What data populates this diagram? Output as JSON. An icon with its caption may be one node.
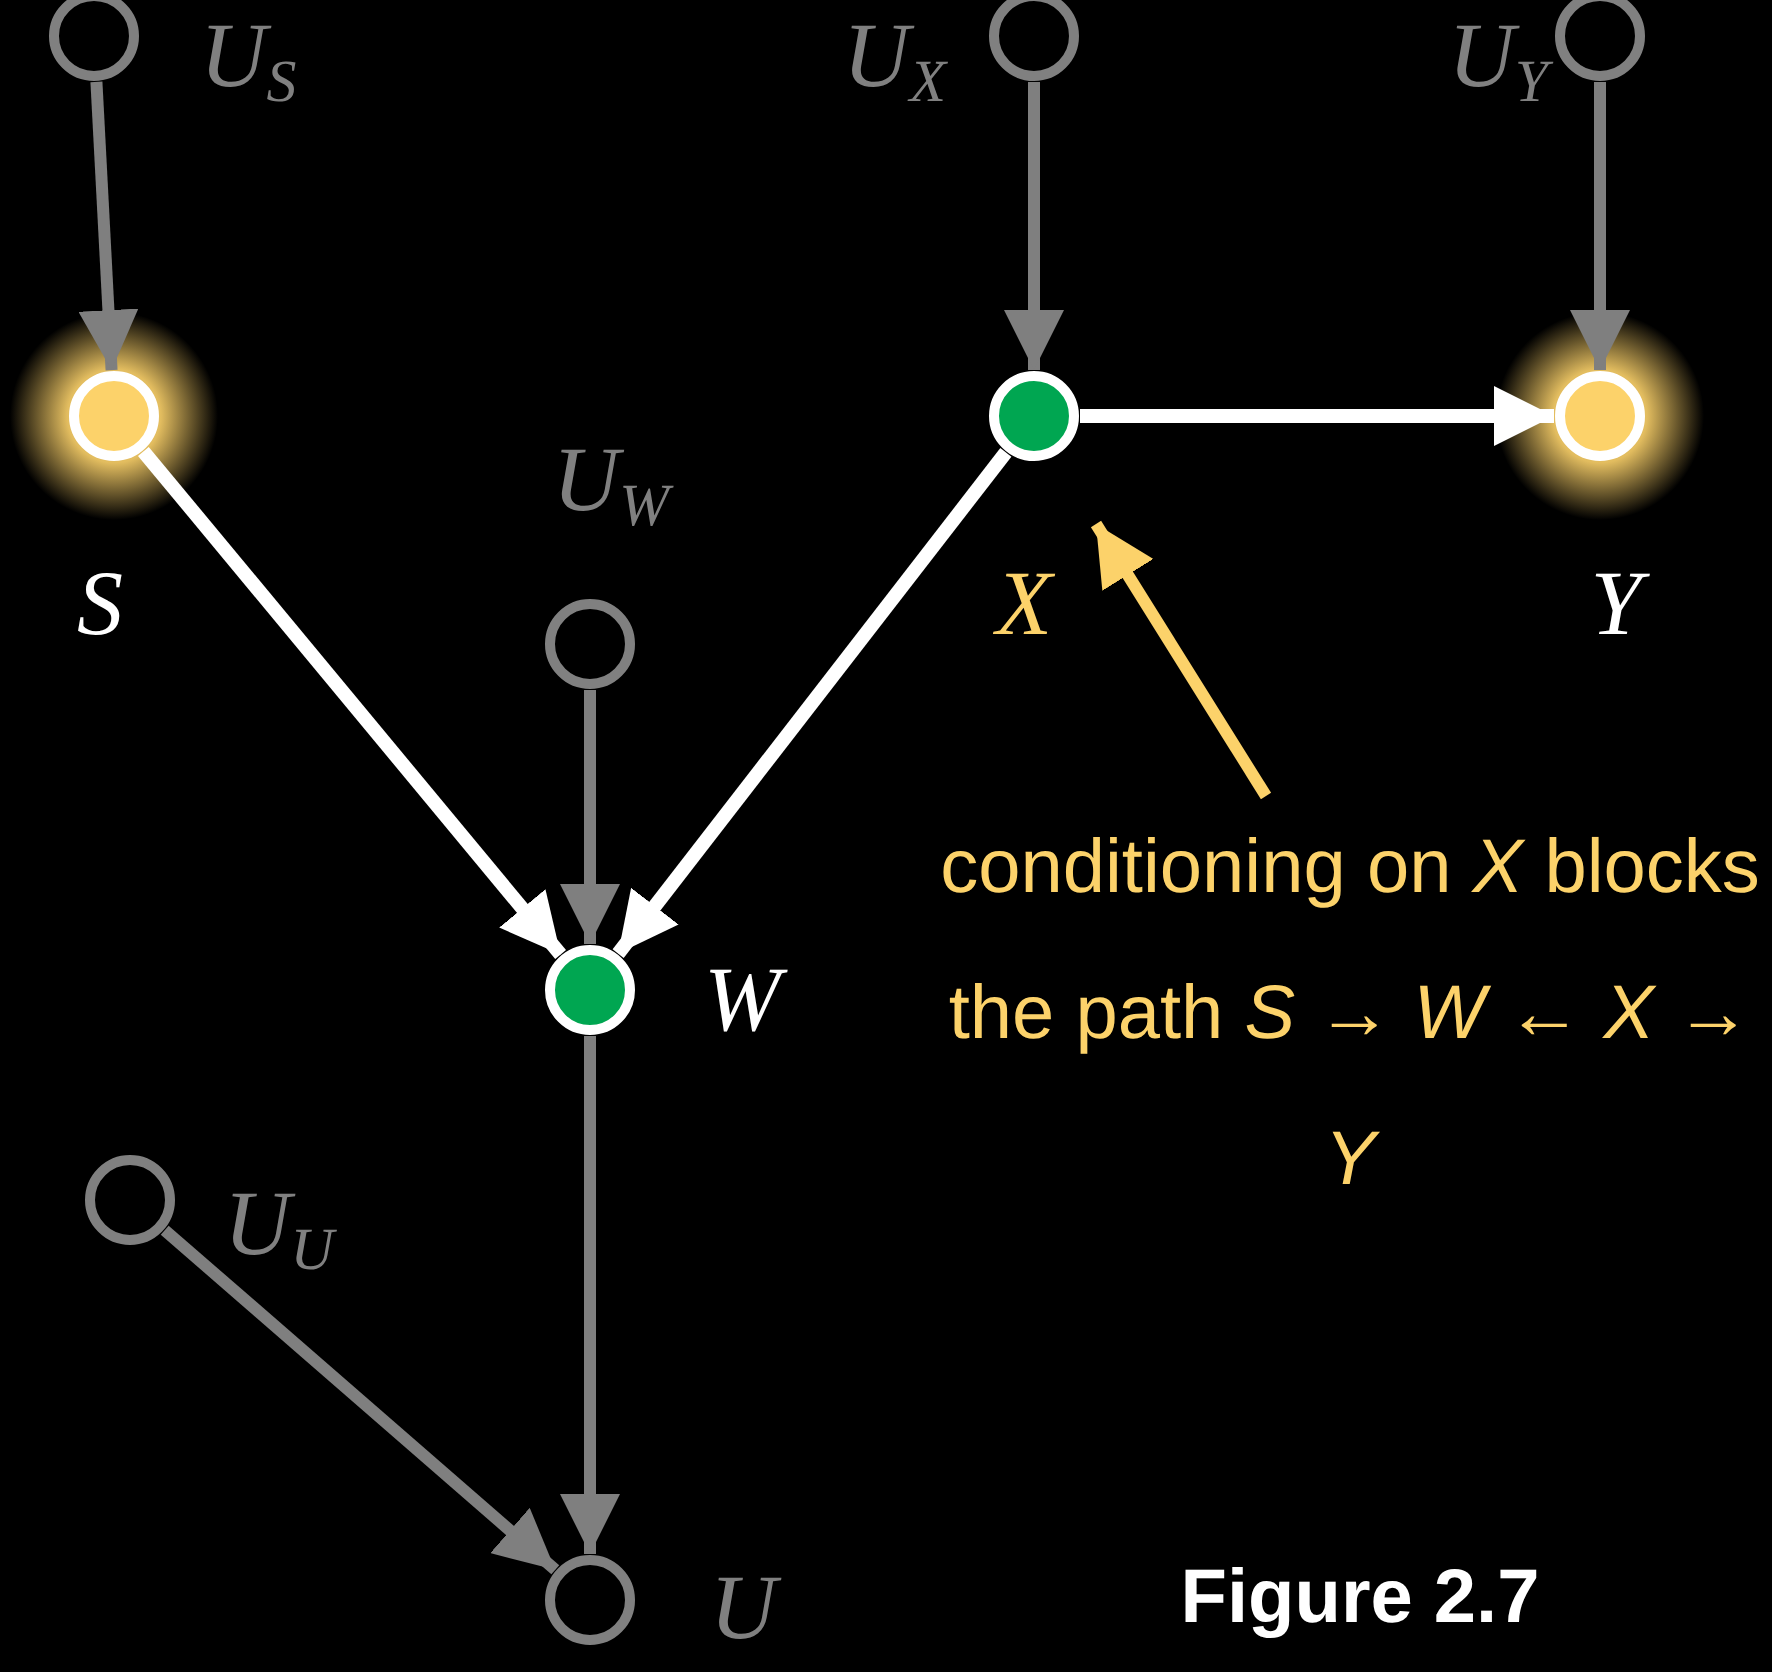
{
  "diagram": {
    "nodes": [
      {
        "text": [
          "U$_{S}$"
        ]
      },
      {
        "text": [
          "U$_{X}$"
        ]
      },
      {
        "text": [
          "U$_{Y}$"
        ]
      },
      {
        "text": [
          "S"
        ]
      },
      {
        "text": [
          "X"
        ]
      },
      {
        "text": [
          "Y"
        ]
      },
      {
        "text": [
          "U$_{W}$"
        ]
      },
      {
        "text": [
          "W"
        ]
      },
      {
        "text": [
          "U$_{U}$"
        ]
      },
      {
        "text": [
          "U"
        ]
      },
      {
        "text": [
          "conditioning on *X* blocks the path *S* → *W* ← *X* → *Y*"
        ]
      }
    ],
    "edges": [
      {
        "from": 0,
        "to": 3,
        "arrow": "to"
      },
      {
        "from": 1,
        "to": 4,
        "arrow": "to"
      },
      {
        "from": 2,
        "to": 5,
        "arrow": "to"
      },
      {
        "from": 3,
        "to": 7,
        "arrow": "to",
        "color": "#ffffff"
      },
      {
        "from": 4,
        "to": 7,
        "arrow": "to",
        "color": "#ffffff"
      },
      {
        "from": 4,
        "to": 5,
        "arrow": "to",
        "color": "#ffffff"
      },
      {
        "from": 6,
        "to": 7,
        "arrow": "to"
      },
      {
        "from": 7,
        "to": 9,
        "arrow": "to"
      },
      {
        "from": 8,
        "to": 9,
        "arrow": "to"
      },
      {
        "from": 10,
        "to": 4,
        "arrow": "to",
        "color": "#fcd26a"
      }
    ],
    "labels": [
      "Figure 2.7"
    ]
  }
}
